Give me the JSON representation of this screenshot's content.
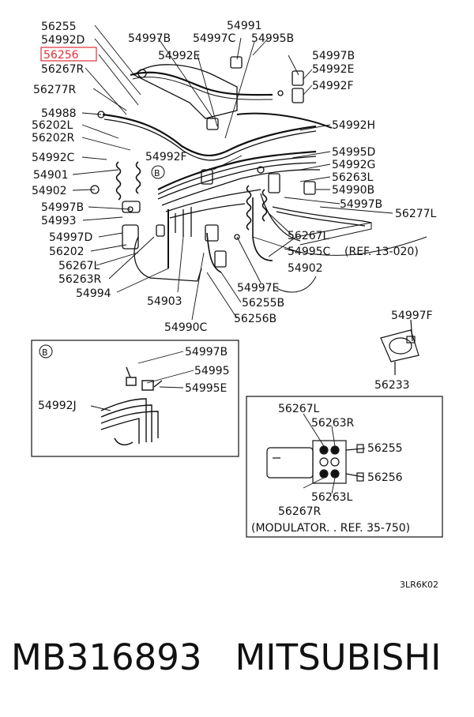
{
  "labels": {
    "l56255": "56255",
    "l54992D": "54992D",
    "l56256": "56256",
    "l56267R": "56267R",
    "l56277R": "56277R",
    "l54988": "54988",
    "l56202L": "56202L",
    "l56202R": "56202R",
    "l54992C": "54992C",
    "l54901": "54901",
    "l54902a": "54902",
    "l54997Ba": "54997B",
    "l54993": "54993",
    "l54997D": "54997D",
    "l56202": "56202",
    "l56267La": "56267L",
    "l56263Ra": "56263R",
    "l54994": "54994",
    "l54997Bb": "54997B",
    "l54991": "54991",
    "l54997C": "54997C",
    "l54995B": "54995B",
    "l54992Ea": "54992E",
    "l54997Bc": "54997B",
    "l54992Eb": "54992E",
    "l54992F": "54992F",
    "l54992H": "54992H",
    "l54992Fb": "54992F",
    "lB": "B",
    "l54995D": "54995D",
    "l54992G": "54992G",
    "l56263La": "56263L",
    "l54990B": "54990B",
    "l54997Bd": "54997B",
    "l56277L": "56277L",
    "l56267Lb": "56267L",
    "l54995C": "54995C",
    "lRef13": "(REF. 13-020)",
    "l54902b": "54902",
    "l54997E": "54997E",
    "l54903": "54903",
    "l56255B": "56255B",
    "l56256B": "56256B",
    "l54990C": "54990C",
    "l54997F": "54997F",
    "l56233": "56233",
    "bB": "B",
    "b54997B": "54997B",
    "b54995": "54995",
    "b54995E": "54995E",
    "b54992J": "54992J",
    "m56267L": "56267L",
    "m56263R": "56263R",
    "m56255": "56255",
    "m56256": "56256",
    "m56267R": "56267R",
    "m56263L": "56263L",
    "mRef": "(MODULATOR. . REF. 35-750)",
    "code": "3LR6K02"
  },
  "footer": {
    "part_number": "MB316893",
    "brand": "MITSUBISHI"
  },
  "colors": {
    "line": "#111111",
    "highlight": "#e0303a",
    "background": "#ffffff"
  }
}
